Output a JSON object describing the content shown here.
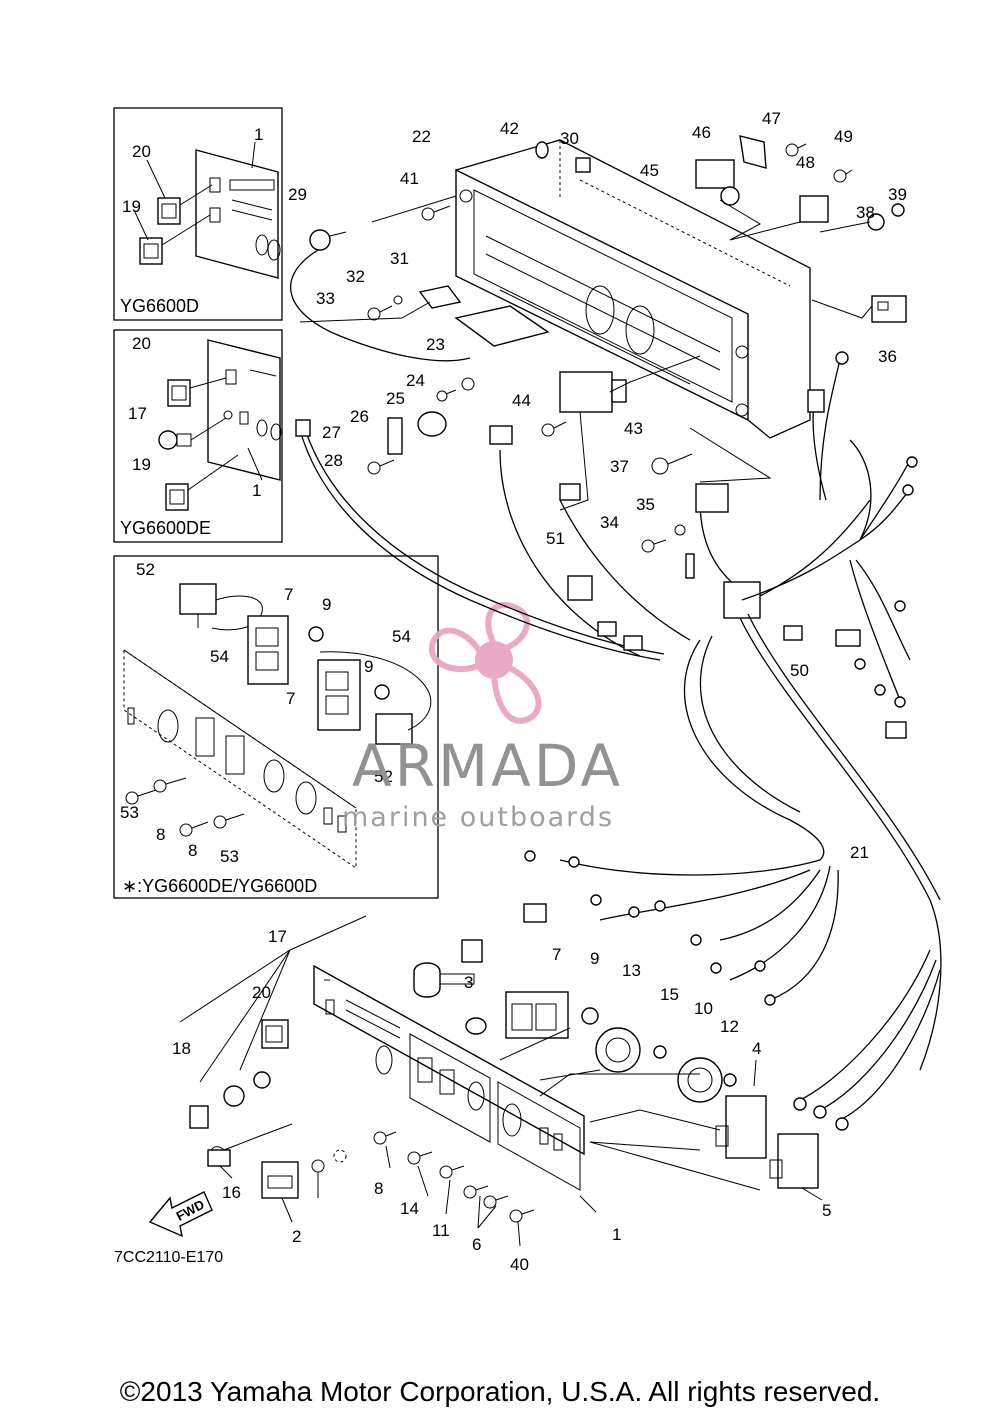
{
  "brand_color": "#e9a6c4",
  "watermark": {
    "name": "ARMADA",
    "tagline": "marine outboards",
    "logo": "armada-propeller-logo"
  },
  "insets": {
    "yg6600d": {
      "model": "YG6600D",
      "labels": [
        "1",
        "20",
        "19"
      ]
    },
    "yg6600de": {
      "model": "YG6600DE",
      "labels": [
        "20",
        "17",
        "19",
        "1"
      ]
    },
    "receptacle": {
      "note": "∗:YG6600DE/YG6600D",
      "labels": [
        "52",
        "7",
        "9",
        "54",
        "54",
        "9",
        "7",
        "52",
        "53",
        "8",
        "8",
        "53"
      ]
    }
  },
  "labels_top": [
    "22",
    "42",
    "30",
    "46",
    "47",
    "49",
    "48",
    "45",
    "41",
    "29",
    "38",
    "39",
    "31",
    "32",
    "33",
    "36",
    "23",
    "24",
    "25",
    "26",
    "27",
    "28",
    "44",
    "43",
    "37",
    "35",
    "34",
    "51",
    "50",
    "21"
  ],
  "labels_bottom": [
    "17",
    "3",
    "7",
    "9",
    "13",
    "15",
    "10",
    "12",
    "4",
    "20",
    "18",
    "16",
    "2",
    "8",
    "14",
    "11",
    "6",
    "40",
    "1",
    "5"
  ],
  "drawing_code": "7CC2110-E170",
  "fwd_label": "FWD",
  "copyright": "©2013 Yamaha Motor Corporation, U.S.A. All rights reserved."
}
